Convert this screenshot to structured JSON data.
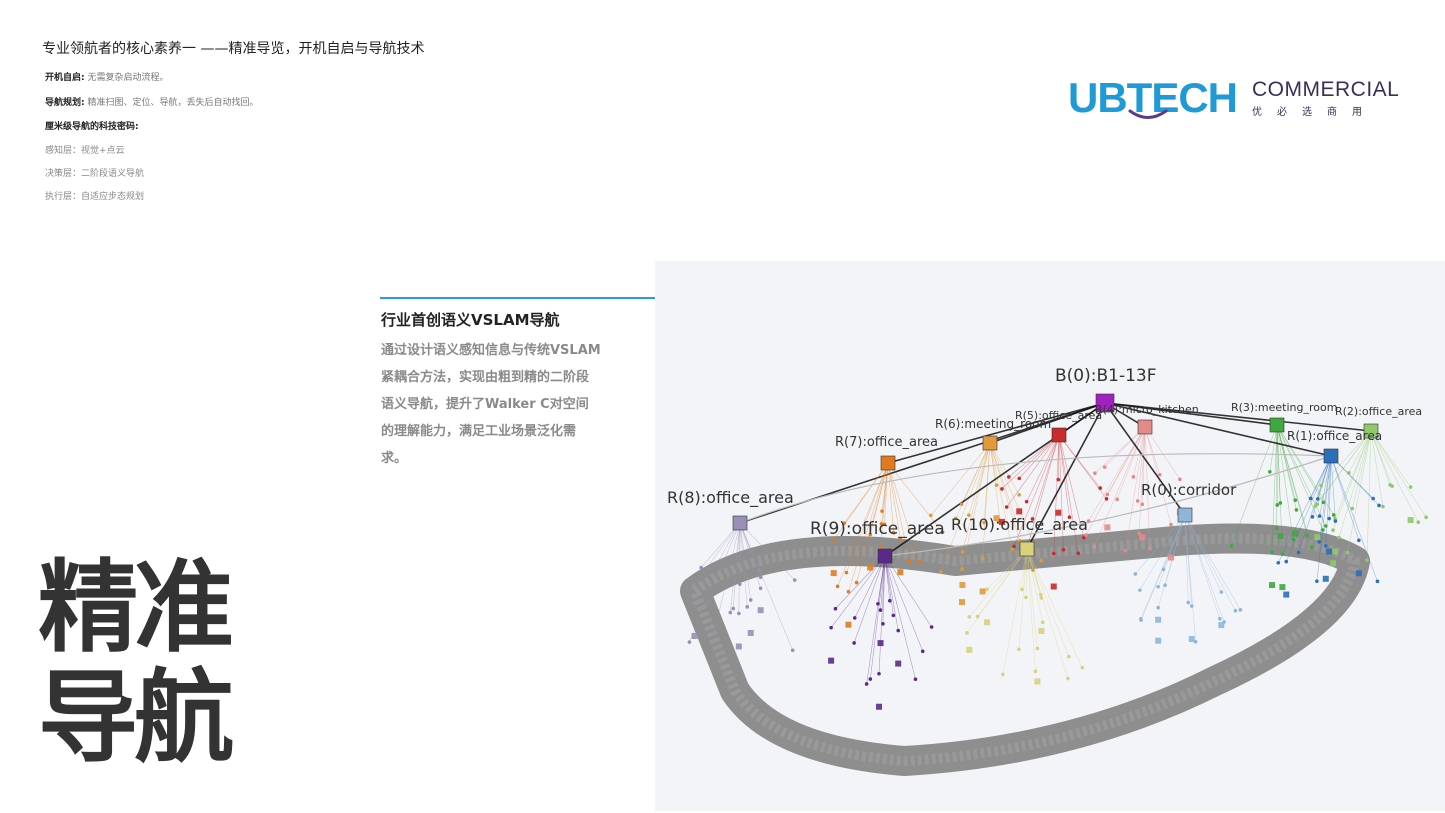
{
  "header": {
    "title": "专业领航者的核心素养一 ——精准导览，开机自启与导航技术"
  },
  "info": {
    "boot_label": "开机自启:",
    "boot_value": "无需复杂启动流程。",
    "nav_label": "导航规划:",
    "nav_value": "精准扫图、定位、导航，丢失后自动找回。",
    "tech_label": "厘米级导航的科技密码:",
    "layer_perception": "感知层：视觉+点云",
    "layer_decision": "决策层：二阶段语义导航",
    "layer_execution": "执行层：自适应步态规划"
  },
  "logo": {
    "brand": "UBTECH",
    "commercial": "COMMERCIAL",
    "chinese": "优必选商用"
  },
  "feature": {
    "title": "行业首创语义VSLAM导航",
    "body": "通过设计语义感知信息与传统VSLAM紧耦合方法，实现由粗到精的二阶段语义导航，提升了Walker C对空间的理解能力，满足工业场景泛化需求。"
  },
  "big_title": {
    "line1": "精准",
    "line2": "导航"
  },
  "graph": {
    "root": "B(0):B1-13F",
    "rooms": [
      {
        "label": "R(8):office_area",
        "color": "#9a8fb5"
      },
      {
        "label": "R(7):office_area",
        "color": "#e07b1f"
      },
      {
        "label": "R(6):meeting_room",
        "color": "#e09a3a"
      },
      {
        "label": "R(5):office_area",
        "color": "#c92a2a"
      },
      {
        "label": "R(4):micro_kitchen",
        "color": "#e58a8a"
      },
      {
        "label": "R(3):meeting_room",
        "color": "#3fa83f"
      },
      {
        "label": "R(2):office_area",
        "color": "#8fc96b"
      },
      {
        "label": "R(1):office_area",
        "color": "#2a6fb8"
      },
      {
        "label": "R(0):corridor",
        "color": "#8fb6d8"
      },
      {
        "label": "R(9):office_area",
        "color": "#5a2a8a"
      },
      {
        "label": "R(10):office_area",
        "color": "#d8d27a"
      }
    ],
    "root_color": "#a020c0"
  }
}
